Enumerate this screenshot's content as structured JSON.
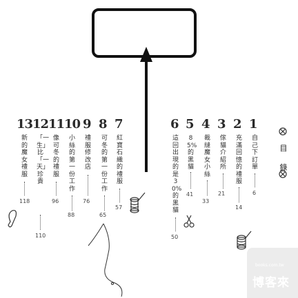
{
  "toc": {
    "title_line1": "目",
    "title_line2": "錄"
  },
  "chapters": [
    {
      "num": "1",
      "title": "自己下訂單",
      "page": "6"
    },
    {
      "num": "2",
      "title": "充滿回憶的禮服",
      "page": "14"
    },
    {
      "num": "3",
      "title": "傢貓介紹所",
      "page": "21"
    },
    {
      "num": "4",
      "title": "裁縫魔女小絲",
      "page": "33"
    },
    {
      "num": "5",
      "title": "85%的黑貓",
      "page": "41"
    },
    {
      "num": "6",
      "title": "這回出現的是30%的黑貓",
      "page": "50"
    },
    {
      "num": "7",
      "title": "紅寶石織的禮服",
      "page": "57"
    },
    {
      "num": "8",
      "title": "可冬的第一份工作",
      "page": "65"
    },
    {
      "num": "9",
      "title": "禮服修改店",
      "page": "76"
    },
    {
      "num": "10",
      "title": "小絲的第一份工作",
      "page": "88"
    },
    {
      "num": "11",
      "title": "像可冬的禮服",
      "page": "96"
    },
    {
      "num": "12",
      "title": "「一生」比「一天」珍貴",
      "page": "110"
    },
    {
      "num": "13",
      "title": "新的魔女禮服",
      "page": "118"
    }
  ],
  "watermark": {
    "url": "books.com.tw",
    "text": "博客來"
  }
}
